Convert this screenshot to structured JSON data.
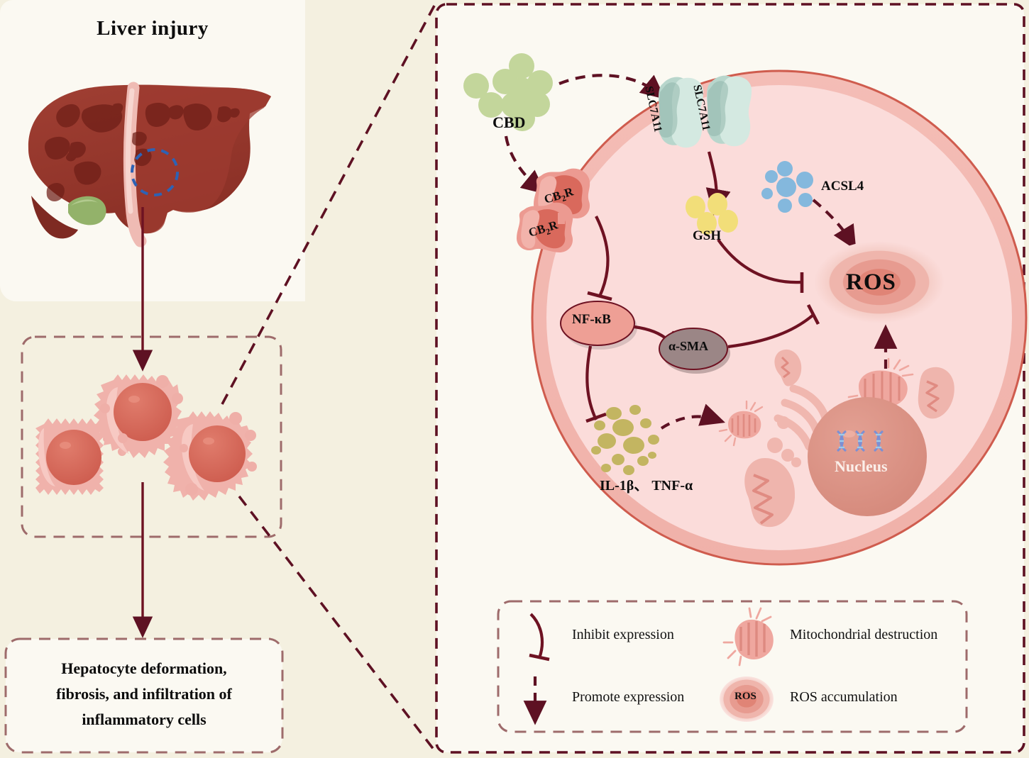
{
  "figure": {
    "type": "biological-pathway-diagram",
    "subject": "CBD attenuates liver injury via CB2R / NF-kB and SLC7A11 / GSH pathways"
  },
  "left_panel": {
    "title": "Liver injury",
    "liver_illustration": "liver-organ-with-gallbladder",
    "injury_marker": "blue-dashed-circle-highlight",
    "cells_group": "three-damaged-hepatocytes",
    "outcome_line1": "Hepatocyte deformation,",
    "outcome_line2": "fibrosis, and infiltration of",
    "outcome_line3": "inflammatory cells"
  },
  "right_panel": {
    "nodes": {
      "cbd": "CBD",
      "slc7a11_a": "SLC7A11",
      "slc7a11_b": "SLC7A11",
      "cb2r_a": "CB2R",
      "cb2r_b": "CB2R",
      "gsh": "GSH",
      "acsl4": "ACSL4",
      "ros": "ROS",
      "nfkb": "NF-κB",
      "asma": "α-SMA",
      "cytokines": "IL-1β、 TNF-α",
      "nucleus": "Nucleus"
    },
    "node_sub": {
      "cb2r_sub": "2",
      "cb2r_pre": "CB",
      "cb2r_post": "R"
    },
    "organelles": [
      "mitochondrion",
      "damaged-mitochondrion",
      "golgi-apparatus",
      "nucleus",
      "dna-helix"
    ]
  },
  "legend": {
    "items": [
      {
        "symbol": "solid-blunt-arrow",
        "label": "Inhibit expression"
      },
      {
        "symbol": "dashed-arrow",
        "label": "Promote expression"
      },
      {
        "symbol": "damaged-mitochondrion-icon",
        "label": "Mitochondrial destruction"
      },
      {
        "symbol": "ros-gradient-icon",
        "label": "ROS accumulation",
        "icon_text": "ROS"
      }
    ]
  },
  "colors": {
    "page_bg": "#F4F0E0",
    "card_bg": "#FBF9F2",
    "accent_dark_red": "#5E1123",
    "dash_border_mauve": "#9E6B6B",
    "cell_fill": "#FBDCDA",
    "cell_membrane": "#F2B7B1",
    "membrane_stroke": "#CF5C4E",
    "receptor_pink": "#EC9A91",
    "receptor_dark": "#D9695C",
    "transporter_green": "#C9E3DA",
    "cbd_green": "#C3D69B",
    "gsh_yellow": "#F2DE79",
    "acsl4_blue": "#84B8DD",
    "cytokine_olive": "#C3B561",
    "asma_gray": "#9B8686",
    "ros_core": "#E3897C",
    "nucleus_fill": "#DE9587",
    "liver_red": "#9E3B30",
    "liver_dark": "#7E2A22",
    "gallbladder_green": "#93B26A",
    "hepatocyte_fill": "#F0B2AB",
    "hepatocyte_nucleus": "#D8675A"
  }
}
